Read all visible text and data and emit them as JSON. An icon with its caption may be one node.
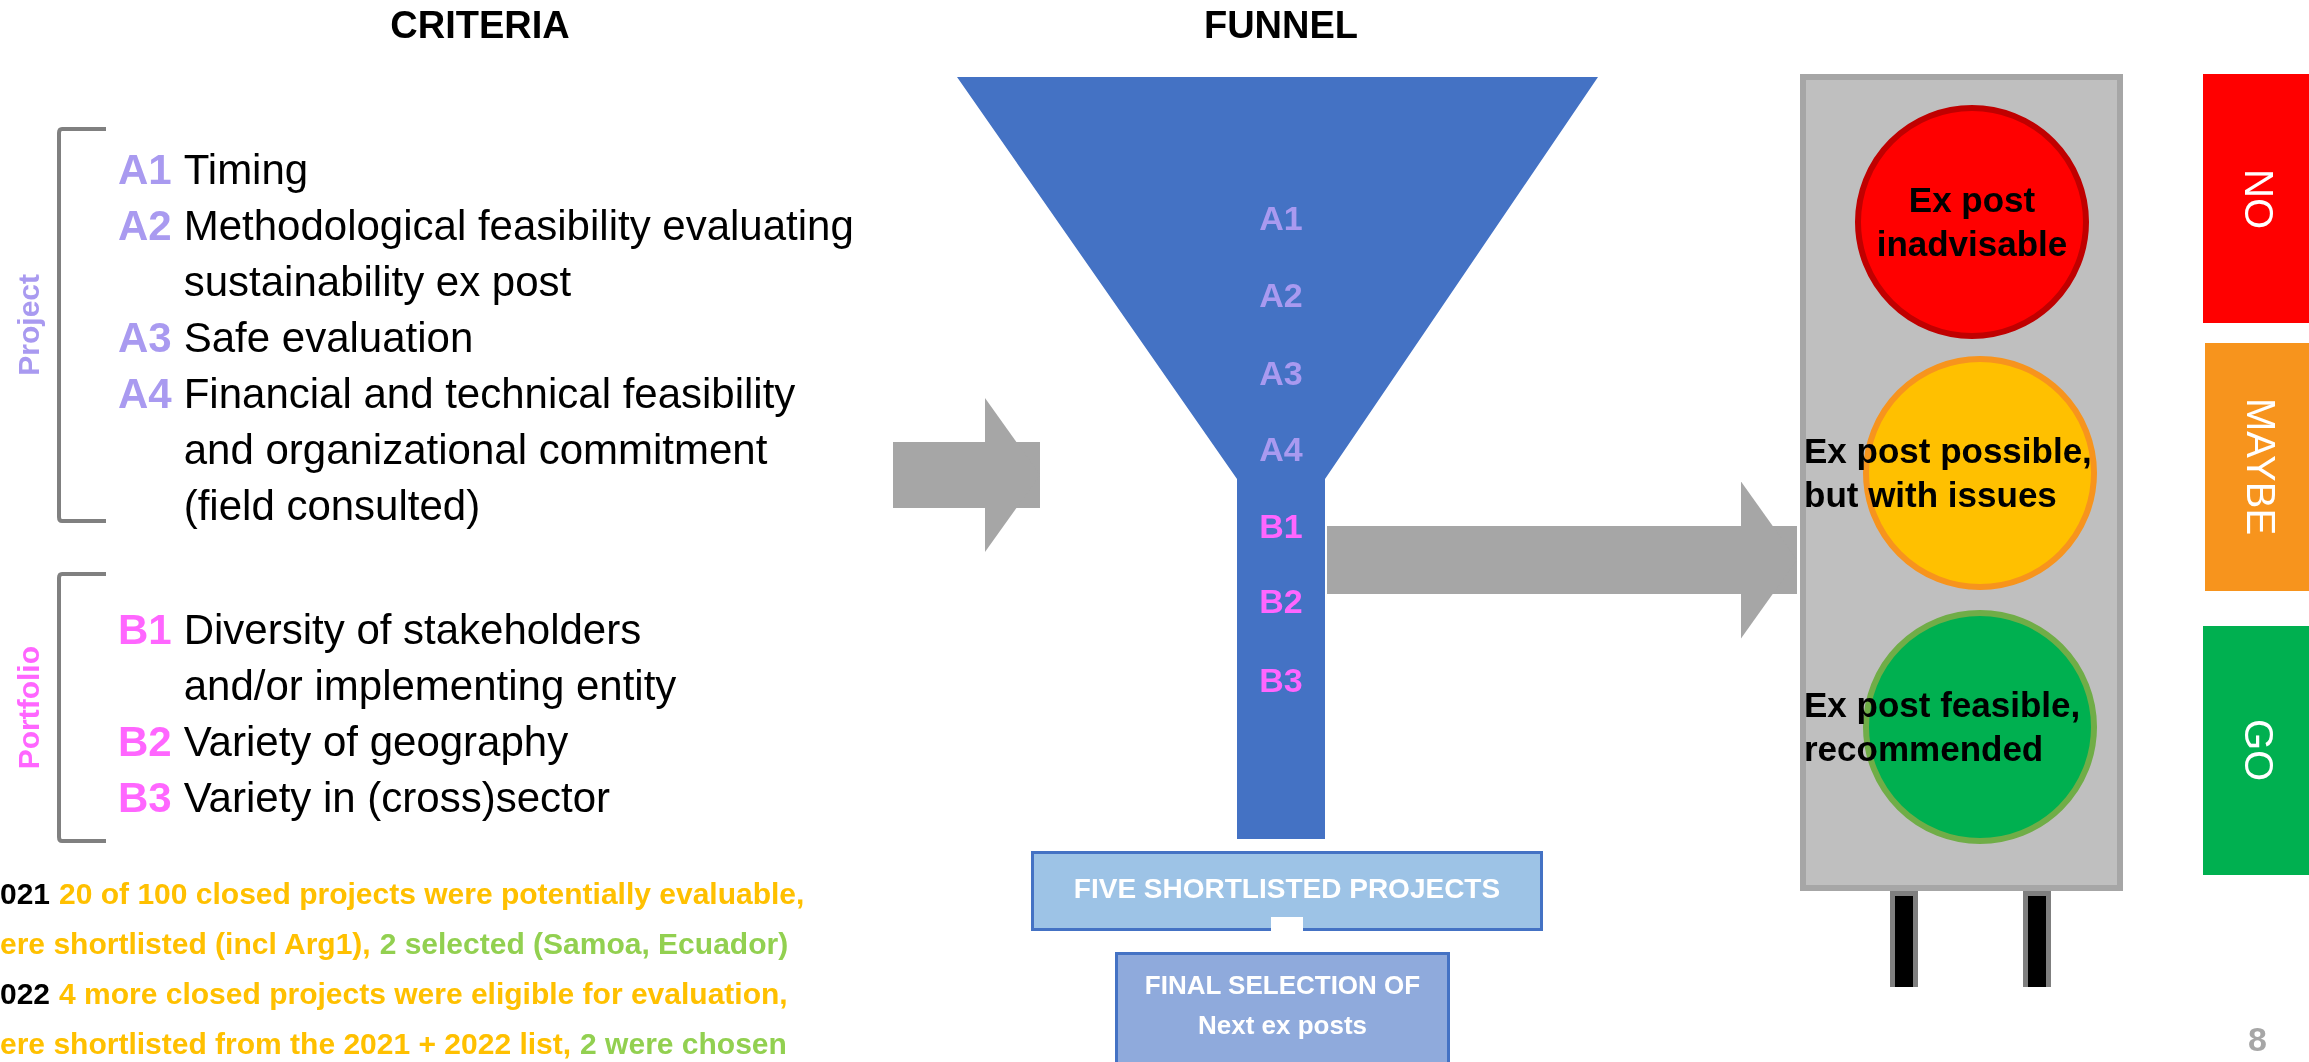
{
  "diagram": {
    "nodes": [
      {
        "text": [
          "CRITERIA"
        ]
      },
      {
        "text": [
          "Project"
        ],
        "in": 0
      },
      {
        "text": [
          "A1",
          "Timing"
        ],
        "in": 1
      },
      {
        "text": [
          "A2",
          "Methodological feasibility evaluating sustainability ex post"
        ],
        "in": 1
      },
      {
        "text": [
          "A3",
          "Safe evaluation"
        ],
        "in": 1
      },
      {
        "text": [
          "A4",
          "Financial and technical feasibility and organizational commitment (field consulted)"
        ],
        "in": 1
      },
      {
        "text": [
          "Portfolio"
        ],
        "in": 0
      },
      {
        "text": [
          "B1",
          "Diversity of stakeholders and/or implementing entity"
        ],
        "in": 6
      },
      {
        "text": [
          "B2",
          "Variety of geography"
        ],
        "in": 6
      },
      {
        "text": [
          "B3",
          "Variety in (cross)sector"
        ],
        "in": 6
      },
      {
        "text": [
          "FUNNEL",
          "A1",
          "A2",
          "A3",
          "A4",
          "B1",
          "B2",
          "B3"
        ]
      },
      {
        "text": [
          "FIVE SHORTLISTED PROJECTS"
        ]
      },
      {
        "text": [
          "FINAL SELECTION OF Next ex posts"
        ]
      },
      {
        "text": [],
        "shape": "box"
      },
      {
        "text": [
          "Ex post inadvisable"
        ],
        "in": 13
      },
      {
        "text": [
          "Ex post possible, but with issues"
        ],
        "in": 13
      },
      {
        "text": [
          "Ex post feasible, recommended"
        ],
        "in": 13
      },
      {
        "text": [
          "NO"
        ]
      },
      {
        "text": [
          "MAYBE"
        ]
      },
      {
        "text": [
          "GO"
        ]
      }
    ],
    "edges": [
      {
        "from": 0,
        "to": 10,
        "arrow": "to"
      },
      {
        "from": 10,
        "to": 13,
        "arrow": "to"
      },
      {
        "from": 11,
        "to": 12,
        "arrow": "to",
        "color": "#ffffff"
      }
    ],
    "labels": [
      "021",
      "20 of 100 closed projects were potentially evaluable,",
      "ere shortlisted (incl Arg1),",
      "2 selected (Samoa, Ecuador)",
      "022",
      "4 more closed projects were eligible for evaluation,",
      "ere shortlisted from the 2021 + 2022 list,",
      "2 were chosen",
      "8"
    ]
  }
}
